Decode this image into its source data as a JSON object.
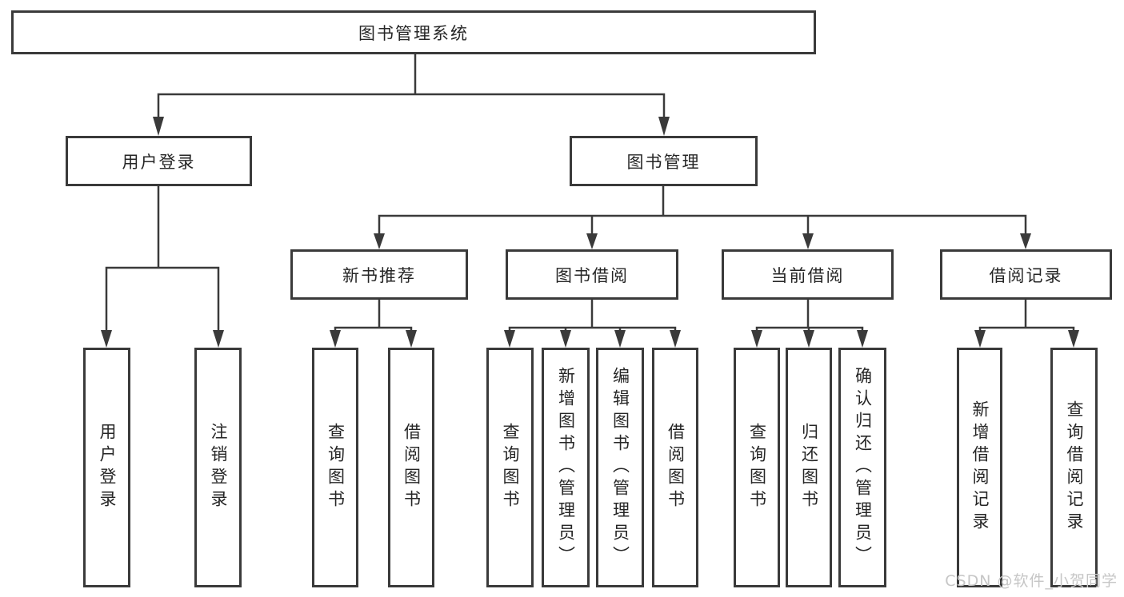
{
  "diagram": {
    "type": "hierarchy-tree",
    "title": "图书管理系统",
    "watermark": "CSDN @软件_小贺同学",
    "colors": {
      "line": "#3a3a3a",
      "box_border": "#3a3a3a",
      "box_fill": "#ffffff",
      "text": "#262626",
      "watermark": "#c6c6c6",
      "background": "#ffffff"
    }
  },
  "root": {
    "label": "图书管理系统"
  },
  "level1": {
    "user_login": {
      "label": "用户登录"
    },
    "book_mgmt": {
      "label": "图书管理"
    }
  },
  "level2": {
    "new_books": {
      "label": "新书推荐"
    },
    "book_borrow": {
      "label": "图书借阅"
    },
    "current_borrow": {
      "label": "当前借阅"
    },
    "borrow_records": {
      "label": "借阅记录"
    }
  },
  "leaves": {
    "user_login": [
      "用户登录",
      "注销登录"
    ],
    "new_books": [
      "查询图书",
      "借阅图书"
    ],
    "book_borrow": [
      "查询图书",
      "新增图书（管理员）",
      "编辑图书（管理员）",
      "借阅图书"
    ],
    "current_borrow": [
      "查询图书",
      "归还图书",
      "确认归还（管理员）"
    ],
    "borrow_records": [
      "新增借阅记录",
      "查询借阅记录"
    ]
  }
}
